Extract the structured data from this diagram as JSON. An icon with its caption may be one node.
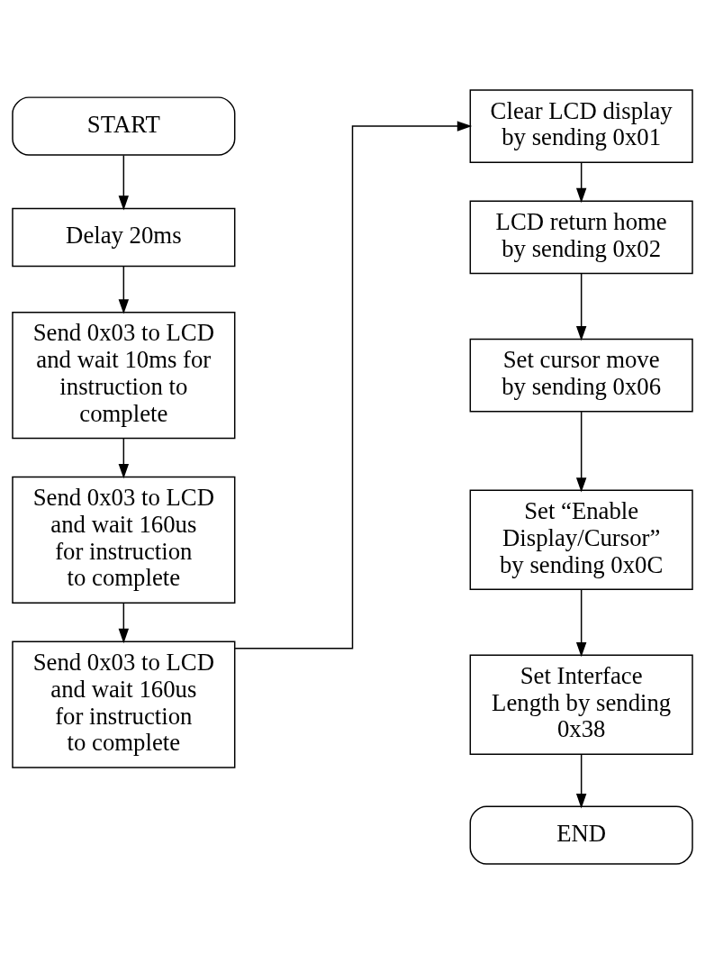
{
  "diagram": {
    "nodes": [
      {
        "text": [
          "START"
        ]
      },
      {
        "text": [
          "Delay 20ms"
        ]
      },
      {
        "text": [
          "Send 0x03 to LCD and wait 10ms for instruction to complete"
        ]
      },
      {
        "text": [
          "Send 0x03 to LCD and wait 160us for instruction to complete"
        ]
      },
      {
        "text": [
          "Send 0x03 to LCD and wait 160us for instruction to complete"
        ]
      },
      {
        "text": [
          "Clear LCD display by sending 0x01"
        ]
      },
      {
        "text": [
          "LCD return home by sending 0x02"
        ]
      },
      {
        "text": [
          "Set cursor move by sending 0x06"
        ]
      },
      {
        "text": [
          "Set “Enable Display/Cursor” by sending 0x0C"
        ]
      },
      {
        "text": [
          "Set Interface Length by sending 0x38"
        ]
      },
      {
        "text": [
          "END"
        ]
      }
    ],
    "edges": [
      {
        "from": 0,
        "to": 1,
        "arrow": "to"
      },
      {
        "from": 1,
        "to": 2,
        "arrow": "to"
      },
      {
        "from": 2,
        "to": 3,
        "arrow": "to"
      },
      {
        "from": 3,
        "to": 4,
        "arrow": "to"
      },
      {
        "from": 4,
        "to": 5,
        "arrow": "to"
      },
      {
        "from": 5,
        "to": 6,
        "arrow": "to"
      },
      {
        "from": 6,
        "to": 7,
        "arrow": "to"
      },
      {
        "from": 7,
        "to": 8,
        "arrow": "to"
      },
      {
        "from": 8,
        "to": 9,
        "arrow": "to"
      },
      {
        "from": 9,
        "to": 10,
        "arrow": "to"
      }
    ]
  }
}
